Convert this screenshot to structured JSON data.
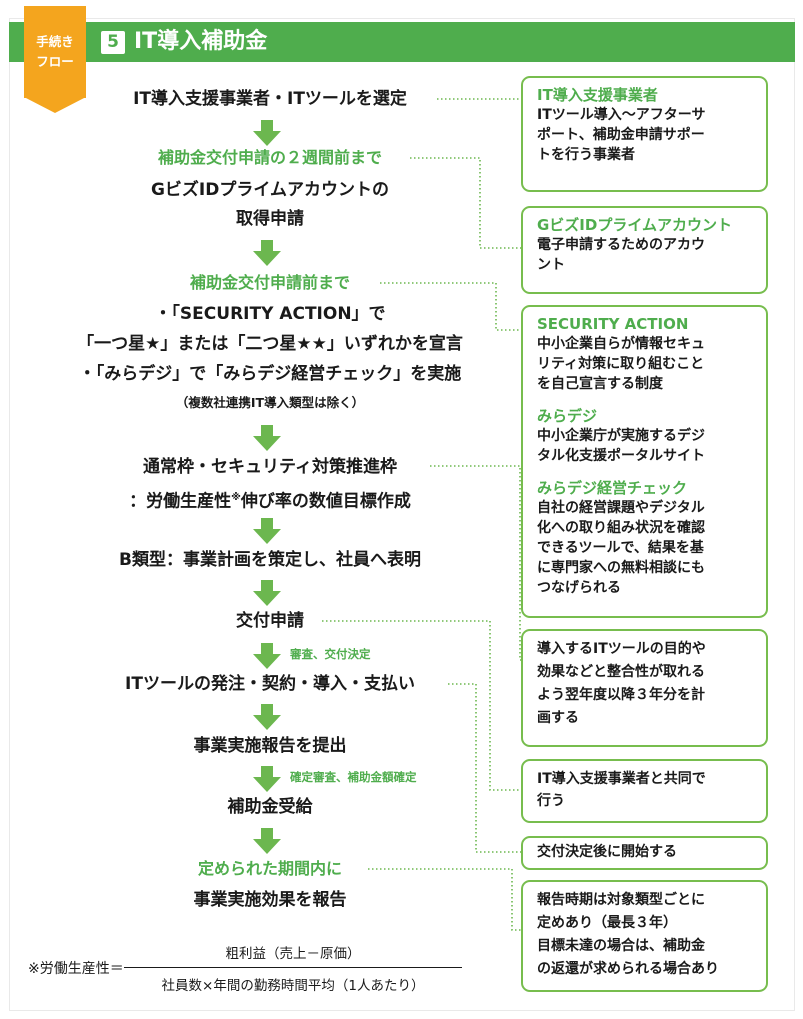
{
  "header": {
    "badge": "手続き\nフロー",
    "step_number": "5",
    "title": "IT導入補助金"
  },
  "flow": {
    "select_vendor": "IT導入支援事業者・ITツールを選定",
    "deadline_two_weeks": "補助金交付申請の２週間前まで",
    "gbiz_line1": "GビズIDプライムアカウントの",
    "gbiz_line2": "取得申請",
    "deadline_before": "補助金交付申請前まで",
    "security_line1": "・「SECURITY ACTION」で",
    "security_line2": "「一つ星★」または「二つ星★★」いずれかを宣言",
    "miradeji_line": "・「みらデジ」で「みらデジ経営チェック」を実施",
    "exception_note": "（複数社連携IT導入類型は除く）",
    "target_line1": "通常枠・セキュリティ対策推進枠",
    "target_line2_a": "：労働生産性",
    "target_line2_sup": "※",
    "target_line2_b": "伸び率の数値目標作成",
    "type_b_plan": "B類型：事業計画を策定し、社員へ表明",
    "grant_application": "交付申請",
    "review_note": "審査、交付決定",
    "order_line": "ITツールの発注・契約・導入・支払い",
    "submit_report": "事業実施報告を提出",
    "confirm_note": "確定審査、補助金額確定",
    "receive_grant": "補助金受給",
    "within_period": "定められた期間内に",
    "effect_report": "事業実施効果を報告"
  },
  "side": {
    "vendor_title": "IT導入支援事業者",
    "vendor_body": "ITツール導入～アフターサ\nポート、補助金申請サポー\nトを行う事業者",
    "gbiz_title": "GビズIDプライムアカウント",
    "gbiz_body": "電子申請するためのアカウ\nント",
    "sa_title": "SECURITY ACTION",
    "sa_body": "中小企業自らが情報セキュ\nリティ対策に取り組むこと\nを自己宣言する制度",
    "mira_title": "みらデジ",
    "mira_body": "中小企業庁が実施するデジ\nタル化支援ポータルサイト",
    "check_title": "みらデジ経営チェック",
    "check_body": "自社の経営課題やデジタル\n化への取り組み状況を確認\nできるツールで、結果を基\nに専門家への無料相談にも\nつなげられる",
    "plan_body": "導入するITツールの目的や\n効果などと整合性が取れる\nよう翌年度以降３年分を計\n画する",
    "joint_body": "IT導入支援事業者と共同で\n行う",
    "start_body": "交付決定後に開始する",
    "report_body": "報告時期は対象類型ごとに\n定めあり（最長３年）\n目標未達の場合は、補助金\nの返還が求められる場合あり"
  },
  "formula": {
    "prefix": "※労働生産性＝",
    "numerator": "粗利益（売上－原価）",
    "denominator": "社員数×年間の勤務時間平均（1人あたり）"
  },
  "colors": {
    "brand_green": "#4fad4d",
    "arrow_green": "#6cb74f",
    "box_border": "#77bd4e",
    "badge_orange": "#f4a51e",
    "text": "#1a1a1a"
  }
}
